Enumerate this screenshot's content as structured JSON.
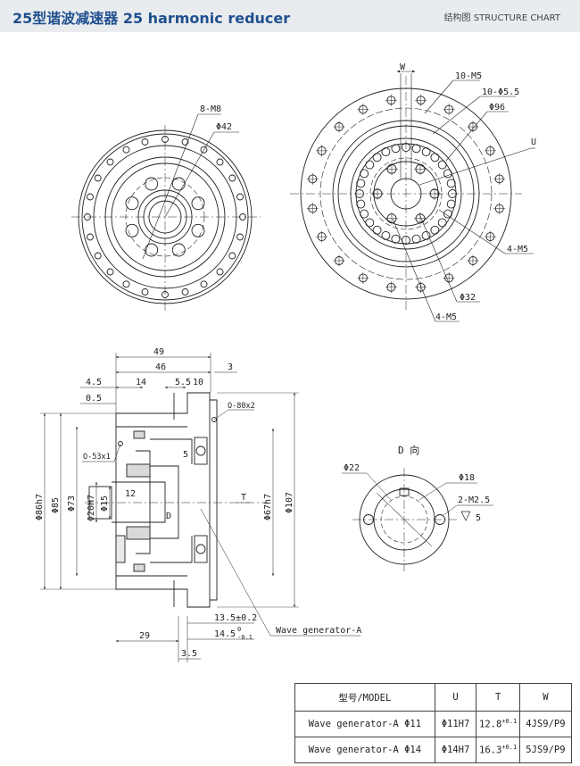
{
  "header": {
    "title": "25型谐波减速器 25 harmonic reducer",
    "subtitle": "结构图 STRUCTURE CHART"
  },
  "drawing": {
    "left_view": {
      "holes_label": "8-M8",
      "diameter_label": "Φ42"
    },
    "right_view": {
      "w_label": "W",
      "holes_10m5": "10-M5",
      "holes_10d55": "10-Φ5.5",
      "pcd_96": "Φ96",
      "u_label": "U",
      "holes_4m5_right": "4-M5",
      "pcd_32": "Φ32",
      "holes_4m5_bottom": "4-M5"
    },
    "section": {
      "dim_49": "49",
      "dim_46": "46",
      "dim_3": "3",
      "dim_4_5": "4.5",
      "dim_14": "14",
      "dim_5_5": "5.5",
      "dim_10": "10",
      "dim_0_5": "0.5",
      "oring_80": "O-80x2",
      "oring_53": "O-53x1",
      "dim_5": "5",
      "dim_12": "12",
      "dim_86": "Φ86h7",
      "dim_85": "Φ85",
      "dim_73": "Φ73",
      "dim_20": "Φ20H7",
      "dim_15": "Φ15",
      "dim_d": "D",
      "dim_t": "T",
      "dim_67": "Φ67h7",
      "dim_107": "Φ107",
      "dim_13_5": "13.5±0.2",
      "dim_14_5": "14.5",
      "dim_14_5_tol_upper": "0",
      "dim_14_5_tol_lower": "-0.1",
      "dim_29": "29",
      "dim_3_5": "3.5",
      "wave_generator": "Wave generator-A"
    },
    "d_view": {
      "title": "D 向",
      "dim_22": "Φ22",
      "dim_18": "Φ18",
      "thread": "2-M2.5",
      "depth": "5"
    }
  },
  "table": {
    "headers": [
      "型号/MODEL",
      "U",
      "T",
      "W"
    ],
    "rows": [
      {
        "model": "Wave generator-A Φ11",
        "u": "Φ11H7",
        "t": "12.8",
        "t_tol": "+0.1",
        "w": "4JS9/P9"
      },
      {
        "model": "Wave generator-A Φ14",
        "u": "Φ14H7",
        "t": "16.3",
        "t_tol": "+0.1",
        "w": "5JS9/P9"
      }
    ]
  }
}
